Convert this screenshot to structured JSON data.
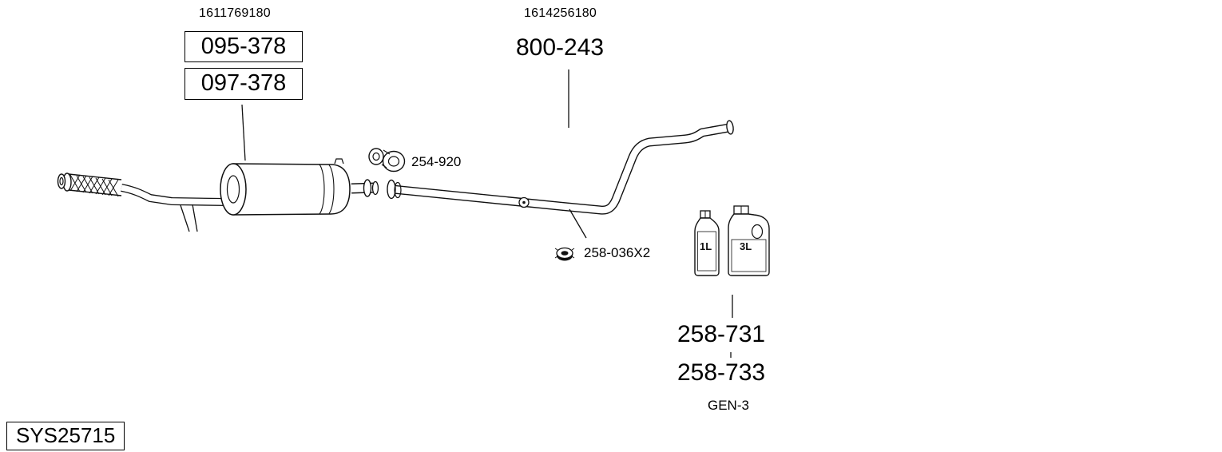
{
  "page": {
    "background": "#ffffff",
    "ink": "#000000"
  },
  "labels": {
    "top_left_ref": "1611769180",
    "boxed_part_1": "095-378",
    "boxed_part_2": "097-378",
    "top_center_ref": "1614256180",
    "center_part": "800-243",
    "clamp_part": "254-920",
    "gasket_part": "258-036X2",
    "bottle_small": "1L",
    "bottle_large": "3L",
    "fluid_part_1": "258-731",
    "fluid_part_2": "258-733",
    "generation": "GEN-3",
    "system_code": "SYS25715"
  }
}
